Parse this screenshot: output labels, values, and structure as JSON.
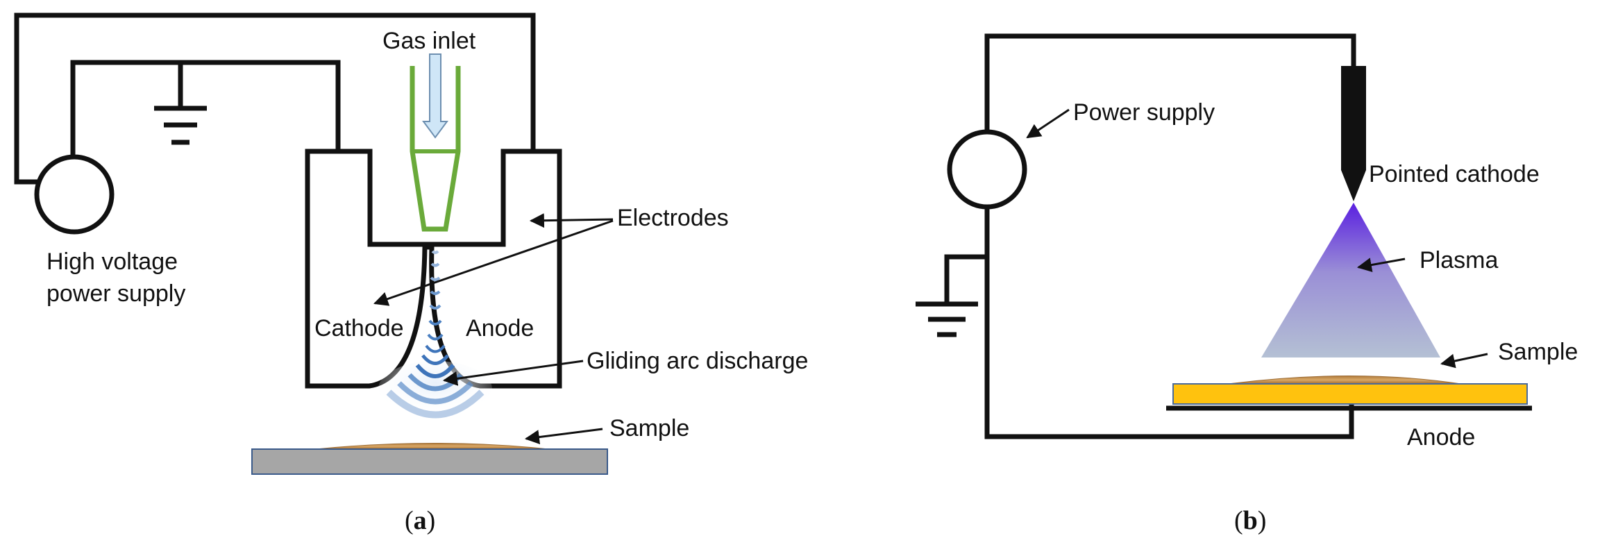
{
  "panel_a": {
    "labels": {
      "gas_inlet": "Gas inlet",
      "electrodes": "Electrodes",
      "hv_line1": "High voltage",
      "hv_line2": "power supply",
      "cathode": "Cathode",
      "anode": "Anode",
      "gliding_arc": "Gliding arc discharge",
      "sample": "Sample"
    },
    "caption_letter": "a"
  },
  "panel_b": {
    "labels": {
      "power_supply": "Power supply",
      "pointed_cathode": "Pointed cathode",
      "plasma": "Plasma",
      "sample": "Sample",
      "anode": "Anode"
    },
    "caption_letter": "b"
  },
  "colors": {
    "wire": "#111111",
    "gas_tube": "#6aaa3a",
    "gas_arrow": "#cfe6f7",
    "arc": "#4a7fc1",
    "sample_grain": "#c8924a",
    "substrate_a": "#a6a6a6",
    "substrate_b": "#ffc20e",
    "plasma_top": "#6a2ee0",
    "plasma_bottom": "#a9b7cf"
  }
}
